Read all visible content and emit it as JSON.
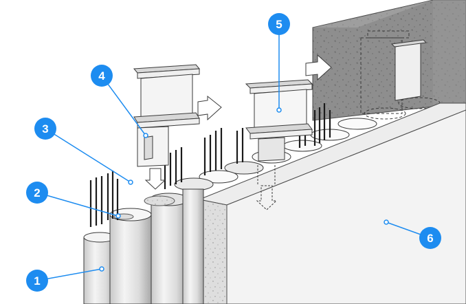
{
  "colors": {
    "callout_fill": "#1d8cf0",
    "callout_text": "#ffffff",
    "leader_line": "#1d8cf0",
    "concrete_light": "#e4e4e4",
    "concrete_dark": "#8f8f8f",
    "steel_face": "#f1f1f1",
    "outline": "#3a3a3a",
    "rebar": "#1a1a1a"
  },
  "callouts": [
    {
      "id": "callout-1",
      "number": "1"
    },
    {
      "id": "callout-2",
      "number": "2"
    },
    {
      "id": "callout-3",
      "number": "3"
    },
    {
      "id": "callout-4",
      "number": "4"
    },
    {
      "id": "callout-5",
      "number": "5"
    },
    {
      "id": "callout-6",
      "number": "6"
    }
  ]
}
